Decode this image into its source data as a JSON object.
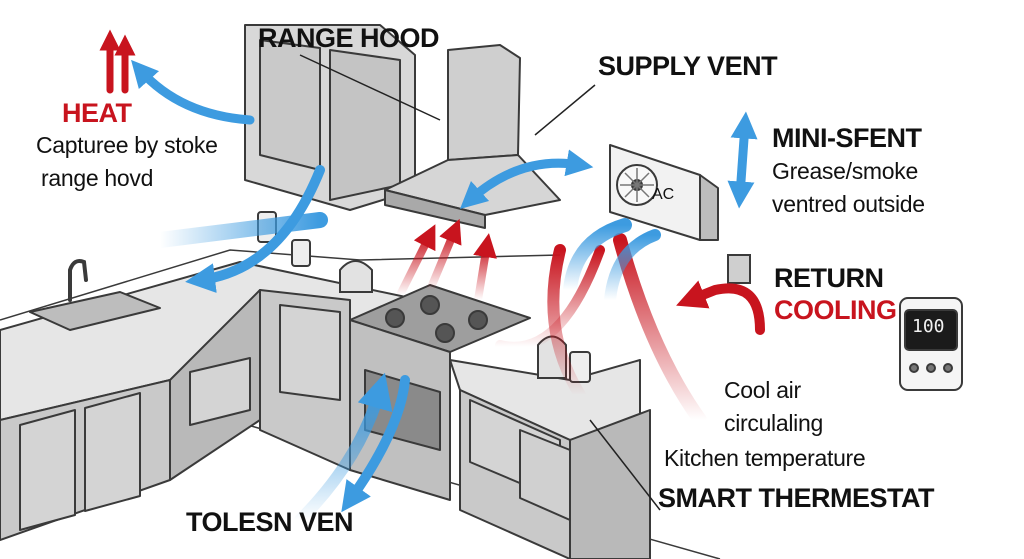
{
  "labels": {
    "range_hood": "RANGE HOOD",
    "supply_vent": "SUPPLY VENT",
    "heat": "HEAT",
    "heat_desc_1": "Capturee by stoke",
    "heat_desc_2": "range hovd",
    "mini_split": "MINI-SFENT",
    "mini_split_desc_1": "Grease/smoke",
    "mini_split_desc_2": "ventred outside",
    "return": "RETURN",
    "cooling": "COOLING",
    "cool_air_1": "Cool air",
    "cool_air_2": "circulaling",
    "kitchen_temp": "Kitchen temperature",
    "smart_thermostat": "SMART THERMESTAT",
    "toe_kick_vent": "TOLESN VEN",
    "ac_badge": "AC",
    "thermostat_display": "100"
  },
  "colors": {
    "heat_red": "#c8141e",
    "cool_blue": "#3d9be0",
    "line": "#3a3a3a",
    "cabinet_gray": "#c9c9c9"
  }
}
